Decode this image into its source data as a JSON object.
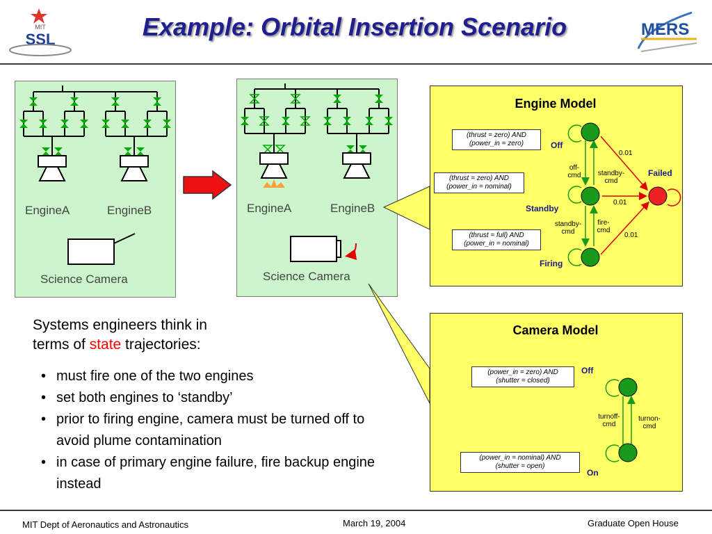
{
  "slide": {
    "title": "Example: Orbital Insertion Scenario",
    "logo_left_text": "SSL",
    "logo_left_sub": "MIT",
    "logo_right_text": "MERS"
  },
  "diagram_left": {
    "engineA": "EngineA",
    "engineB": "EngineB",
    "camera": "Science Camera"
  },
  "diagram_right": {
    "engineA": "EngineA",
    "engineB": "EngineB",
    "camera": "Science Camera"
  },
  "engine_model": {
    "title": "Engine Model",
    "cond_off": [
      "(thrust = zero) AND",
      "(power_in = zero)"
    ],
    "cond_standby": [
      "(thrust = zero) AND",
      "(power_in = nominal)"
    ],
    "cond_firing": [
      "(thrust = full) AND",
      "(power_in = nominal)"
    ],
    "state_off": "Off",
    "state_standby": "Standby",
    "state_firing": "Firing",
    "state_failed": "Failed",
    "t_off_cmd": [
      "off-",
      "cmd"
    ],
    "t_standby_cmd_up": [
      "standby-",
      "cmd"
    ],
    "t_standby_cmd_down": [
      "standby-",
      "cmd"
    ],
    "t_fire_cmd": [
      "fire-",
      "cmd"
    ],
    "p1": "0.01",
    "p2": "0.01",
    "p3": "0.01"
  },
  "camera_model": {
    "title": "Camera Model",
    "cond_off": [
      "(power_in = zero) AND",
      "(shutter = closed)"
    ],
    "cond_on": [
      "(power_in = nominal) AND",
      "(shutter = open)"
    ],
    "state_off": "Off",
    "state_on": "On",
    "t_turnoff": [
      "turnoff-",
      "cmd"
    ],
    "t_turnon": [
      "turnon-",
      "cmd"
    ]
  },
  "text": {
    "intro_line1": "Systems engineers think in",
    "intro_line2_pre": "terms of ",
    "intro_highlight": "state",
    "intro_line2_post": " trajectories:",
    "bullets": [
      "must fire one of the two engines",
      "set both engines to ‘standby’",
      "prior to firing engine, camera must be turned off to avoid plume contamination",
      "in case of primary engine failure, fire backup engine instead"
    ]
  },
  "footer": {
    "left": "MIT Dept of Aeronautics and Astronautics",
    "center": "March 19, 2004",
    "right": "Graduate Open House"
  },
  "colors": {
    "title": "#1f1f8f",
    "state_green": "#1a9a1a",
    "state_red": "#ee2222",
    "highlight": "#ff0000",
    "valve_green": "#00aa00",
    "arrow_red": "#e00000"
  }
}
